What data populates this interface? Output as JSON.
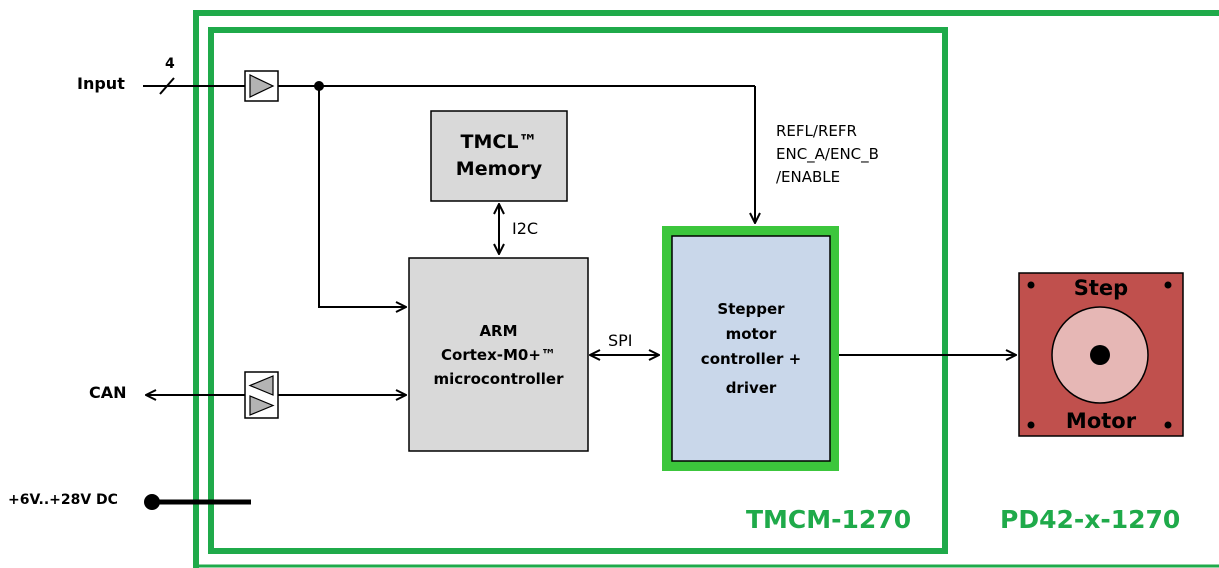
{
  "labels": {
    "input": "Input",
    "bus_width": "4",
    "can": "CAN",
    "power": "+6V..+28V DC",
    "i2c": "I2C",
    "spi": "SPI",
    "signals": [
      "REFL/REFR",
      "ENC_A/ENC_B",
      "/ENABLE"
    ],
    "module": "TMCM-1270",
    "product": "PD42-x-1270"
  },
  "blocks": {
    "memory": [
      "TMCL™",
      "Memory"
    ],
    "mcu": [
      "ARM",
      "Cortex-M0+™",
      "microcontroller"
    ],
    "driver": [
      "Stepper",
      "motor",
      "controller +",
      "driver"
    ],
    "motor_top": "Step",
    "motor_bottom": "Motor"
  },
  "colors": {
    "green_frame": "#1faa4a",
    "block_gray": "#d9d9d9",
    "driver_blue": "#c9d7ea",
    "driver_border": "#3cc63c",
    "motor_red": "#c0504d",
    "motor_disc": "#e6b7b5"
  }
}
